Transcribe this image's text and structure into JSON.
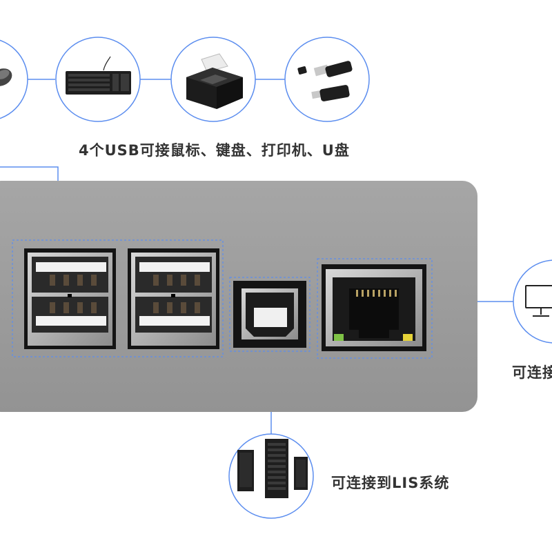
{
  "usb_caption": "4个USB可接鼠标、键盘、打印机、U盘",
  "lis_caption": "可连接到LIS系统",
  "net_caption": "可连接",
  "colors": {
    "connector_line": "#5b8def",
    "panel": "#9e9e9e",
    "port_frame": "#1a1a1a",
    "caption_text": "#333333"
  },
  "peripherals": [
    {
      "icon": "mouse-icon"
    },
    {
      "icon": "keyboard-icon"
    },
    {
      "icon": "printer-icon"
    },
    {
      "icon": "usb-drive-icon"
    }
  ],
  "ports": [
    {
      "icon": "usb-a-port-icon"
    },
    {
      "icon": "usb-a-port-icon"
    },
    {
      "icon": "usb-b-port-icon"
    },
    {
      "icon": "ethernet-port-icon"
    }
  ],
  "targets": [
    {
      "icon": "monitor-icon"
    },
    {
      "icon": "server-icon"
    }
  ]
}
